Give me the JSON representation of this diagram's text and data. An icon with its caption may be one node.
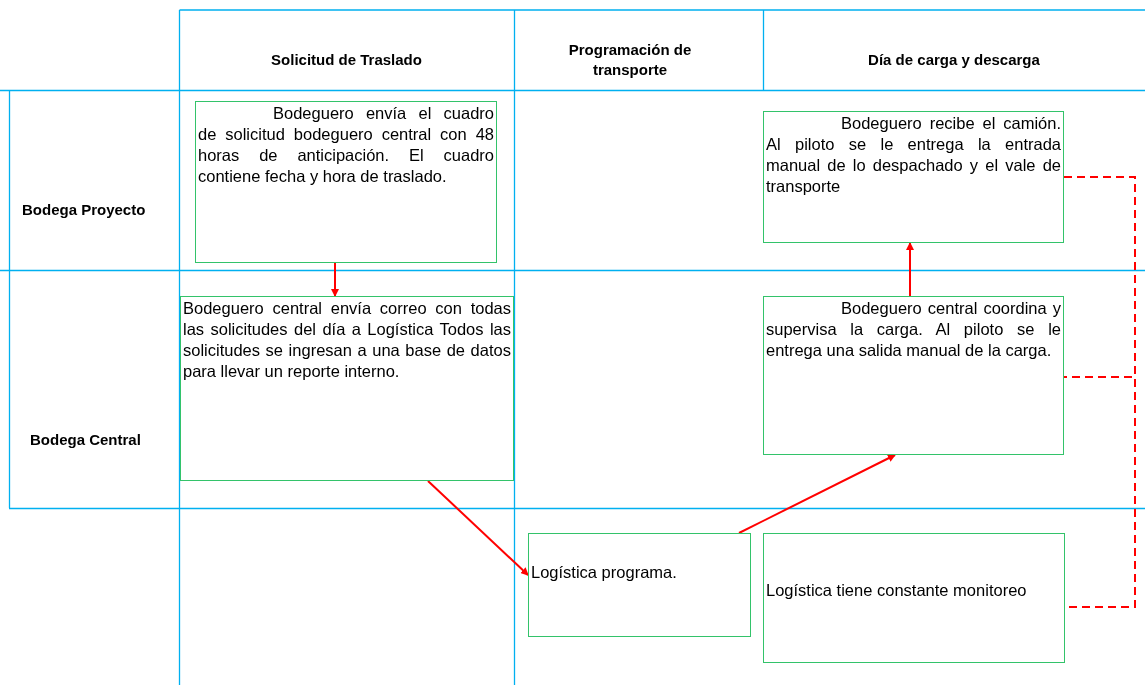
{
  "diagram": {
    "nodes": [
      {
        "text": [
          "Bodeguero envía el cuadro de solicitud bodeguero central con 48 horas de anticipación. El cuadro contiene fecha y hora de traslado."
        ]
      },
      {
        "text": [
          "Bodeguero recibe el camión. Al piloto se le entrega la entrada manual de lo despachado y el vale de transporte"
        ]
      },
      {
        "text": [
          "Bodeguero central envía correo con todas las solicitudes del día a Logística Todos las solicitudes se ingresan a una base de datos para llevar un reporte interno."
        ]
      },
      {
        "text": [
          "Bodeguero central coordina y supervisa la carga. Al piloto se le entrega una salida manual de la carga."
        ]
      },
      {
        "text": [
          "Logística programa."
        ]
      },
      {
        "text": [
          "Logística tiene constante monitoreo"
        ]
      }
    ],
    "edges": [
      {
        "from": 0,
        "to": 2,
        "arrow": "to"
      },
      {
        "from": 2,
        "to": 4,
        "arrow": "to"
      },
      {
        "from": 4,
        "to": 3,
        "arrow": "to"
      },
      {
        "from": 3,
        "to": 1,
        "arrow": "to"
      },
      {
        "from": 1,
        "to": 5,
        "arrow": "none",
        "style": "dashed"
      },
      {
        "from": 3,
        "to": 5,
        "arrow": "none",
        "style": "dashed"
      }
    ],
    "labels": [
      "Solicitud de Traslado",
      "Programación de transporte",
      "Día de carga y descarga",
      "Bodega Proyecto",
      "Bodega Central"
    ]
  }
}
